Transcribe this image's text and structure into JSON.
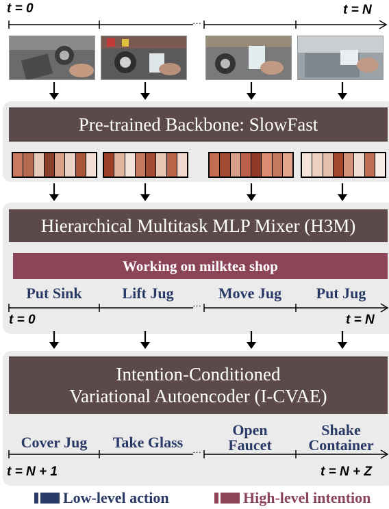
{
  "top_timeline": {
    "start": "t = 0",
    "end": "t = N",
    "ellipsis": "···"
  },
  "backbone": {
    "title": "Pre-trained Backbone: SlowFast"
  },
  "feature_colors": [
    [
      "#c97a5e",
      "#b56a4e",
      "#e7cabb",
      "#8c3f2a",
      "#d9a08a",
      "#e9d3c5",
      "#a9553a",
      "#f1dfd4"
    ],
    [
      "#9a3f28",
      "#e1b49d",
      "#f3e2d8",
      "#c47a5c",
      "#a04a32",
      "#e8c6b4",
      "#b8654a",
      "#f2d9cb"
    ],
    [
      "#c16e52",
      "#a24c34",
      "#d6a08b",
      "#b9604a",
      "#8e3a26",
      "#d98c70",
      "#c57a60",
      "#e2a68c"
    ],
    [
      "#f4e4da",
      "#ecd0c2",
      "#e5c0ae",
      "#a4472f",
      "#d4927a",
      "#f1ddd1",
      "#bf6d52",
      "#f7ece5"
    ]
  ],
  "mixer": {
    "title": "Hierarchical Multitask MLP Mixer (H3M)"
  },
  "intention": {
    "label": "Working on milktea shop"
  },
  "low_level_actions": [
    "Put Sink",
    "Lift Jug",
    "Move Jug",
    "Put Jug"
  ],
  "mid_timeline": {
    "start": "t = 0",
    "end": "t = N",
    "ellipsis": "···"
  },
  "cvae": {
    "line1": "Intention-Conditioned",
    "line2": "Variational Autoencoder (I-CVAE)"
  },
  "future_actions": [
    "Cover Jug",
    "Take Glass",
    "Open\nFaucet",
    "Shake\nContainer"
  ],
  "bottom_timeline": {
    "start": "t = N + 1",
    "end": "t = N + Z",
    "ellipsis": "···"
  },
  "legend": {
    "low": {
      "label": "Low-level action",
      "color": "#2a3a66"
    },
    "high": {
      "label": "High-level intention",
      "color": "#8b4458"
    }
  },
  "colors": {
    "panel": "#ebebeb",
    "dark_bar": "#5c4a4a",
    "intention_bar": "#8b4458",
    "action_text": "#2a3a66"
  }
}
